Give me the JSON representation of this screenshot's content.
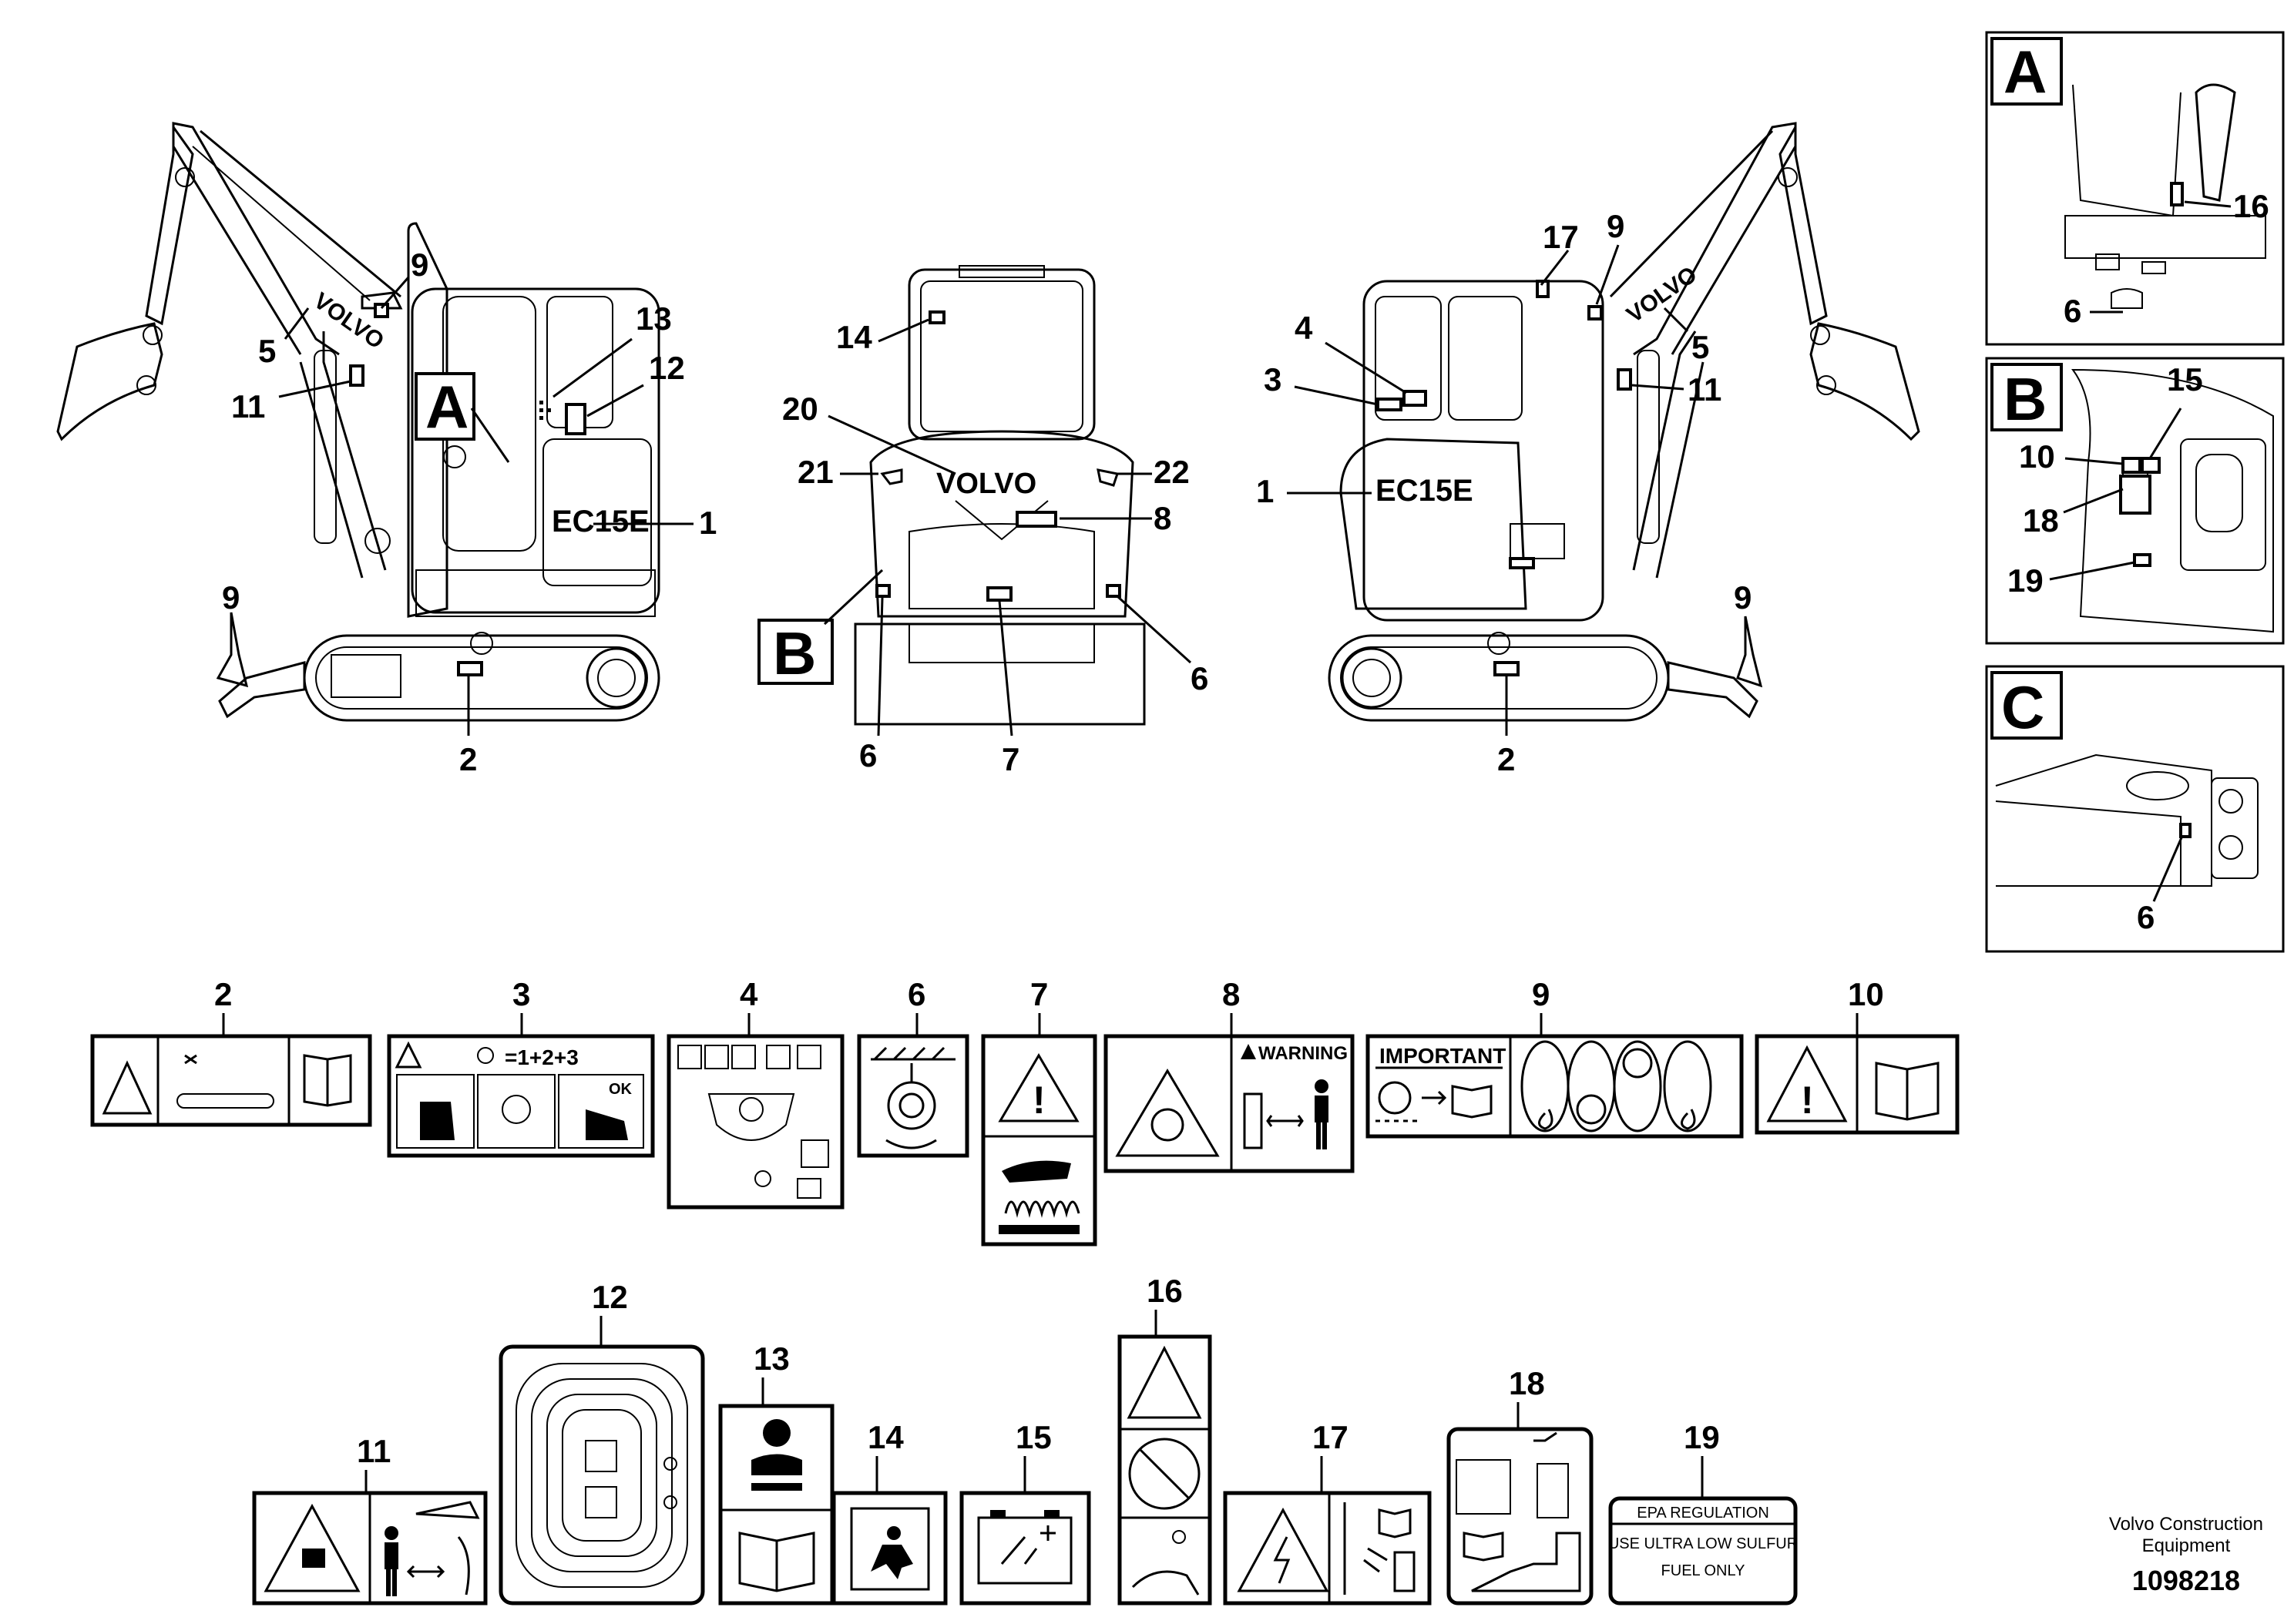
{
  "views": {
    "left_callouts": [
      "9",
      "5",
      "11",
      "13",
      "12",
      "1",
      "9",
      "2"
    ],
    "rear_callouts": [
      "14",
      "20",
      "21",
      "22",
      "8",
      "6",
      "7",
      "6"
    ],
    "right_callouts": [
      "17",
      "9",
      "4",
      "3",
      "1",
      "5",
      "11",
      "9",
      "2"
    ],
    "detail_a_marker": "A",
    "detail_b_marker": "B",
    "brand_text": "VOLVO",
    "model_text": "EC15E"
  },
  "details": {
    "a": {
      "letter": "A",
      "callouts": [
        "16",
        "6"
      ]
    },
    "b": {
      "letter": "B",
      "callouts": [
        "15",
        "10",
        "18",
        "19"
      ]
    },
    "c": {
      "letter": "C",
      "callouts": [
        "6"
      ]
    }
  },
  "decals": {
    "d2": {
      "number": "2"
    },
    "d3": {
      "number": "3",
      "formula": "=1+2+3",
      "step_ok": "OK"
    },
    "d4": {
      "number": "4"
    },
    "d6": {
      "number": "6"
    },
    "d7": {
      "number": "7"
    },
    "d8": {
      "number": "8",
      "warning": "WARNING"
    },
    "d9": {
      "number": "9",
      "important": "IMPORTANT"
    },
    "d10": {
      "number": "10"
    },
    "d11": {
      "number": "11"
    },
    "d12": {
      "number": "12"
    },
    "d13": {
      "number": "13"
    },
    "d14": {
      "number": "14"
    },
    "d15": {
      "number": "15"
    },
    "d16": {
      "number": "16"
    },
    "d17": {
      "number": "17"
    },
    "d18": {
      "number": "18"
    },
    "d19": {
      "number": "19",
      "line1": "EPA REGULATION",
      "line2": "USE ULTRA LOW SULFUR",
      "line3": "FUEL ONLY"
    }
  },
  "footer": {
    "brand_line1": "Volvo Construction",
    "brand_line2": "Equipment",
    "doc_number": "1098218"
  }
}
